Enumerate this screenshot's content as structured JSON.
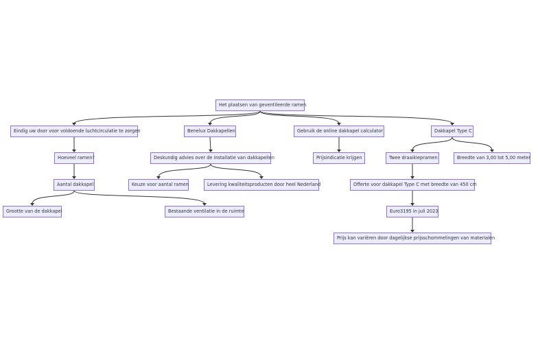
{
  "nodes": {
    "root": "Het plaatsen van geventileerde ramen",
    "n_lucht": "Eindig uw door voor voldoende luchtcirculatie te zorgen",
    "n_hoeveel": "Hoeveel ramen?",
    "n_aantal": "Aantal dakkapel",
    "n_grootte": "Grootte van de dakkapel",
    "n_ventilatie": "Bestaande ventilatie in de ruimte",
    "n_benelux": "Benelux Dakkapellen",
    "n_advies": "Deskundig advies over de installatie van dakkapellen",
    "n_keuze": "Keuze voor aantal ramen",
    "n_levering": "Levering kwaliteitsproducten door heel Nederland",
    "n_calculator": "Gebruik de online dakkapel calculator",
    "n_prijsindicatie": "Prijsindicatie krijgen",
    "n_typec": "Dakkapel Type C",
    "n_draaikiep": "Twee draaikiepramen",
    "n_breedte": "Breedte van 3,00 tot 5,00 meter",
    "n_offerte": "Offerte voor dakkapel Type C met breedte van 450 cm",
    "n_euro": "Euro3195 in juli 2023",
    "n_prijs": "Prijs kan variëren door dagelijkse prijsschommelingen van materialen"
  },
  "edges": [
    [
      "root",
      "n_lucht"
    ],
    [
      "root",
      "n_benelux"
    ],
    [
      "root",
      "n_calculator"
    ],
    [
      "root",
      "n_typec"
    ],
    [
      "n_lucht",
      "n_hoeveel"
    ],
    [
      "n_hoeveel",
      "n_aantal"
    ],
    [
      "n_aantal",
      "n_grootte"
    ],
    [
      "n_aantal",
      "n_ventilatie"
    ],
    [
      "n_benelux",
      "n_advies"
    ],
    [
      "n_advies",
      "n_keuze"
    ],
    [
      "n_advies",
      "n_levering"
    ],
    [
      "n_calculator",
      "n_prijsindicatie"
    ],
    [
      "n_typec",
      "n_draaikiep"
    ],
    [
      "n_typec",
      "n_breedte"
    ],
    [
      "n_draaikiep",
      "n_offerte"
    ],
    [
      "n_offerte",
      "n_euro"
    ],
    [
      "n_euro",
      "n_prijs"
    ]
  ],
  "colors": {
    "node_fill": "#ececff",
    "node_border": "#9370db",
    "edge": "#333333",
    "text": "#333333"
  }
}
